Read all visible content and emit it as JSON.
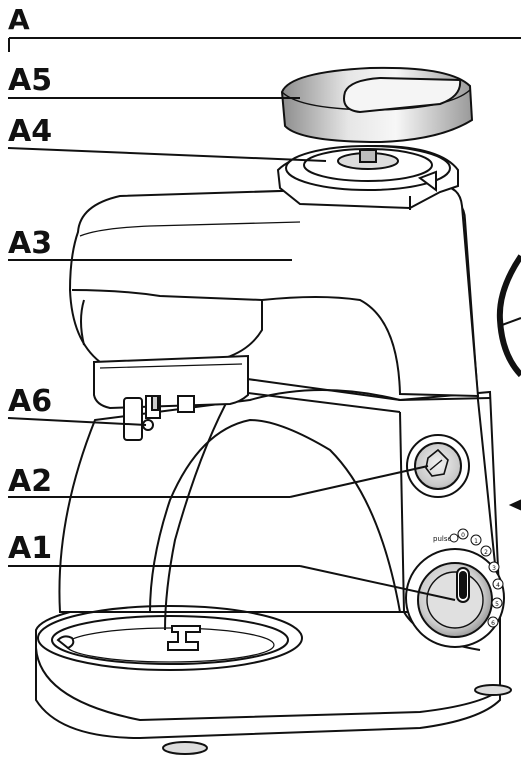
{
  "section": {
    "label": "A"
  },
  "parts": [
    {
      "id": "A5",
      "label": "A5"
    },
    {
      "id": "A4",
      "label": "A4"
    },
    {
      "id": "A3",
      "label": "A3"
    },
    {
      "id": "A6",
      "label": "A6"
    },
    {
      "id": "A2",
      "label": "A2"
    },
    {
      "id": "A1",
      "label": "A1"
    }
  ],
  "dial": {
    "pulse_label": "pulse",
    "speeds": [
      "0",
      "1",
      "2",
      "3",
      "4",
      "5",
      "6"
    ]
  },
  "colors": {
    "ink": "#111111",
    "metal": "#b8b8b8",
    "body": "#ffffff"
  }
}
